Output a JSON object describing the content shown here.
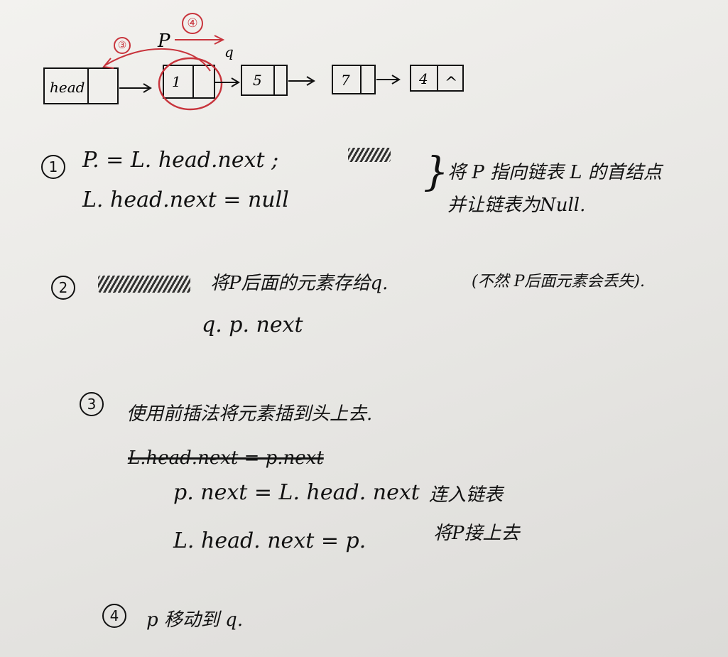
{
  "diagram": {
    "top_p": "P",
    "top_q": "q",
    "red_step_top": "④",
    "red_step_left": "③",
    "nodes": [
      {
        "label": "head"
      },
      {
        "label": "1"
      },
      {
        "label": "5"
      },
      {
        "label": "7"
      },
      {
        "label": "4"
      }
    ],
    "null_mark": "^"
  },
  "step1": {
    "num": "1",
    "line1": "P. = L. head.next ;",
    "line2": "L. head.next = null",
    "note_line1": "将 P 指向链表 L 的首结点",
    "note_line2": "并让链表为Null."
  },
  "step2": {
    "num": "2",
    "text": "将P后面的元素存给q.",
    "note": "(不然 P后面元素会丢失).",
    "line": "q. p. next"
  },
  "step3": {
    "num": "3",
    "text": "使用前插法将元素插到头上去.",
    "struck": "L.head.next = p.next",
    "line1": "p. next = L. head. next",
    "note1": "连入链表",
    "line2": "L. head. next = p.",
    "note2": "将P接上去"
  },
  "step4": {
    "num": "4",
    "text": "p 移动到 q."
  }
}
